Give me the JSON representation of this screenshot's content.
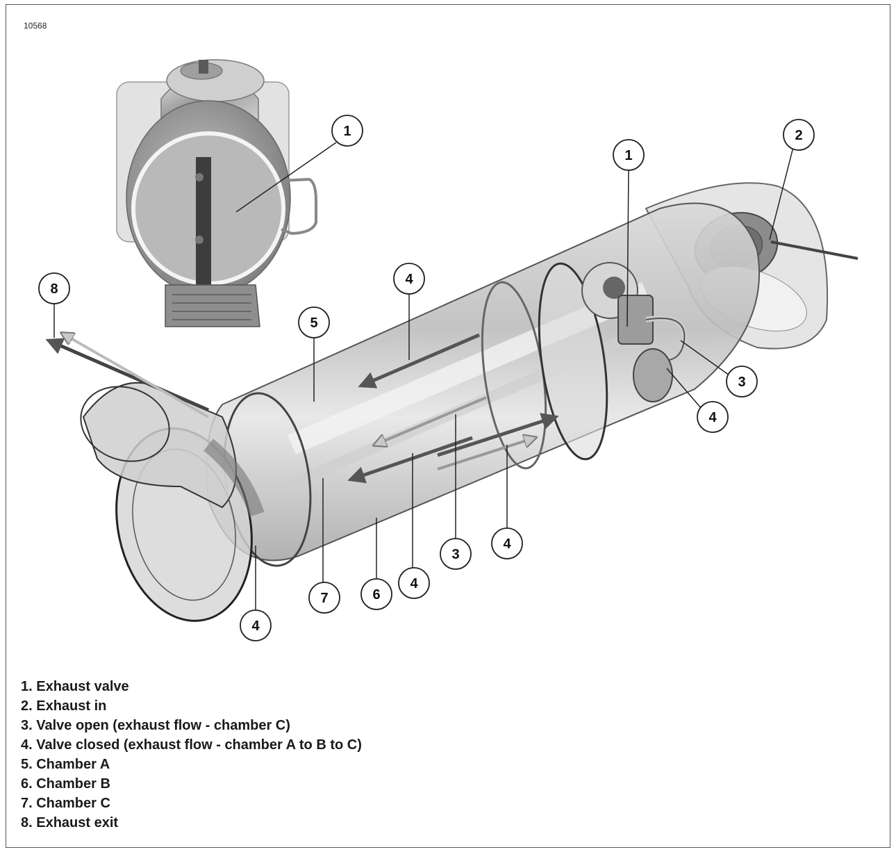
{
  "figure_id": "10568",
  "callouts": {
    "c1_inset": "1",
    "c1_main": "1",
    "c2": "2",
    "c3_right": "3",
    "c3_bottom": "3",
    "c4_top": "4",
    "c4_right": "4",
    "c4_bottom_right": "4",
    "c4_bottom_mid": "4",
    "c4_bottom_left": "4",
    "c5": "5",
    "c6": "6",
    "c7": "7",
    "c8": "8"
  },
  "legend": [
    "1. Exhaust valve",
    "2. Exhaust in",
    "3. Valve open (exhaust flow - chamber C)",
    "4. Valve closed (exhaust flow - chamber A to B to C)",
    "5. Chamber A",
    "6. Chamber B",
    "7. Chamber C",
    "8. Exhaust exit"
  ]
}
